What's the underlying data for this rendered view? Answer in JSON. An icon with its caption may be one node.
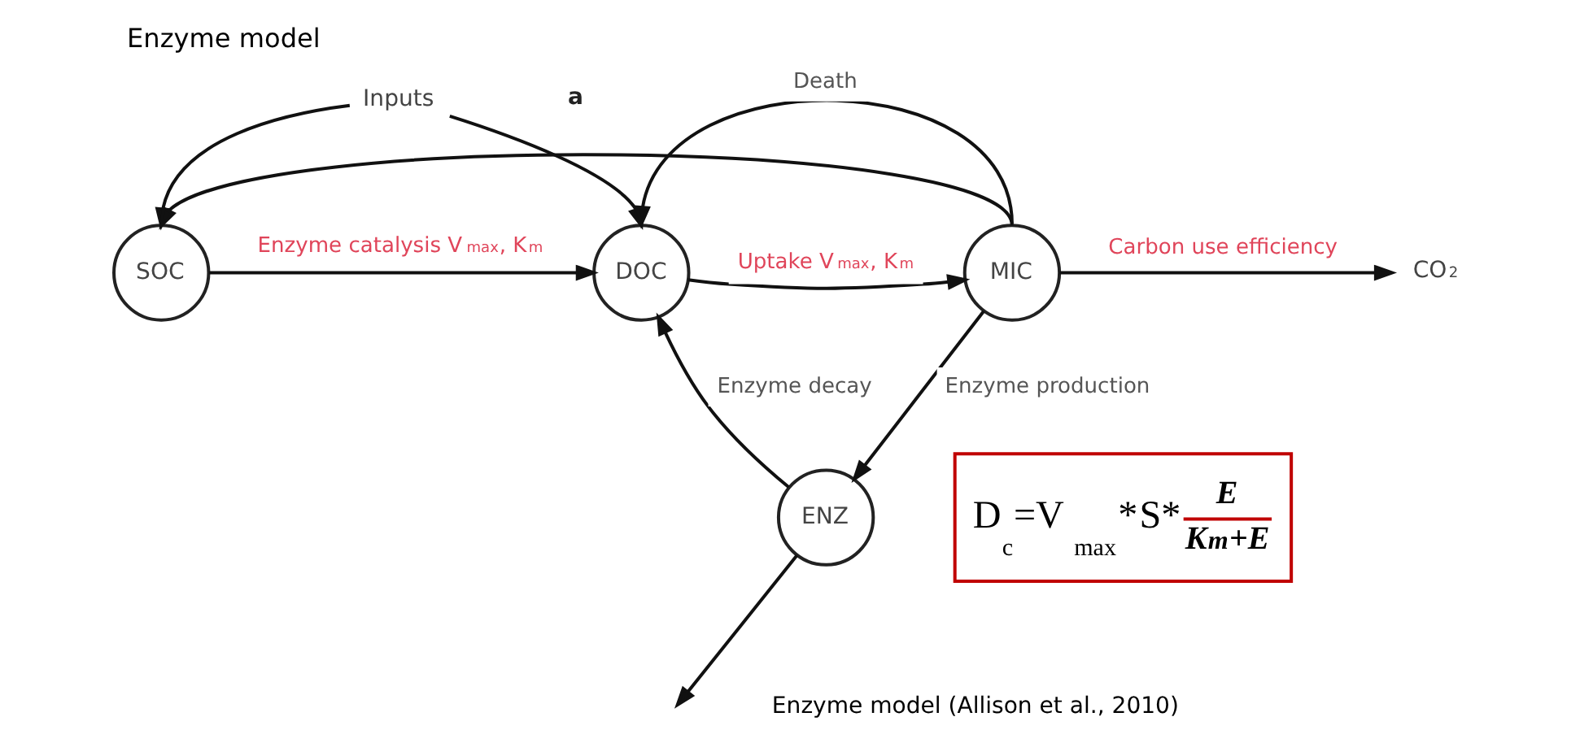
{
  "diagram": {
    "title": "Enzyme model",
    "caption": "Enzyme model (Allison et al., 2010)",
    "nodes": [
      {
        "text": [
          "Inputs"
        ]
      },
      {
        "text": [
          "SOC"
        ]
      },
      {
        "text": [
          "DOC"
        ]
      },
      {
        "text": [
          "MIC"
        ]
      },
      {
        "text": [
          "CO$_{2}$"
        ]
      },
      {
        "text": [
          "ENZ"
        ]
      },
      {
        "text": [
          "D$_{c}$ =V$_{max}$*",
          "S*",
          "E",
          "K$_{m}$+E"
        ]
      }
    ],
    "edges": [
      {
        "from": 0,
        "to": 1,
        "arrow": "to"
      },
      {
        "from": 0,
        "to": 2,
        "arrow": "to"
      },
      {
        "from": 3,
        "to": 1,
        "arrow": "to"
      },
      {
        "from": 3,
        "to": 2,
        "arrow": "to",
        "label": "Death"
      },
      {
        "from": 1,
        "to": 2,
        "arrow": "to",
        "label": "Enzyme catalysis V$_{max}$, K$_{m}$"
      },
      {
        "from": 2,
        "to": 3,
        "arrow": "to",
        "label": "Uptake V$_{max}$, K$_{m}$"
      },
      {
        "from": 3,
        "to": 4,
        "arrow": "to",
        "label": "Carbon use efficiency"
      },
      {
        "from": 5,
        "to": 2,
        "arrow": "to",
        "label": "Enzyme decay"
      },
      {
        "from": 3,
        "to": 5,
        "arrow": "to",
        "label": "Enzyme production"
      },
      {
        "from": 5,
        "to": null,
        "arrow": "to"
      }
    ],
    "labels": [
      "a"
    ]
  }
}
